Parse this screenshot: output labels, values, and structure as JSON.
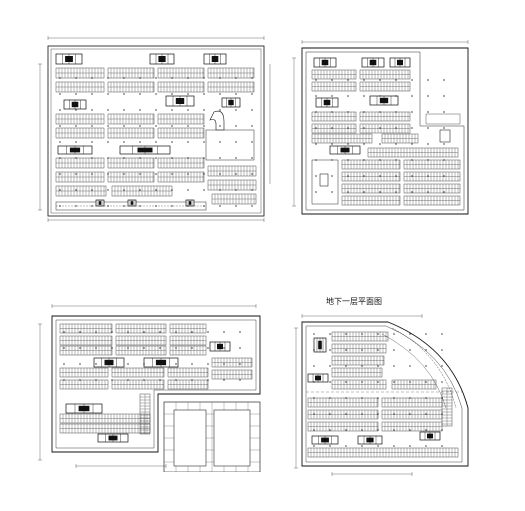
{
  "page_title": "地下一层平面图",
  "plans": [
    {
      "id": "plan-top-left",
      "kind": "a"
    },
    {
      "id": "plan-top-right",
      "kind": "b"
    },
    {
      "id": "plan-bottom-left",
      "kind": "c"
    },
    {
      "id": "plan-bottom-right",
      "kind": "d"
    }
  ],
  "colors": {
    "line": "#2a2a2a",
    "wall": "#111111",
    "stall": "#3b3b3b",
    "background": "#ffffff"
  }
}
